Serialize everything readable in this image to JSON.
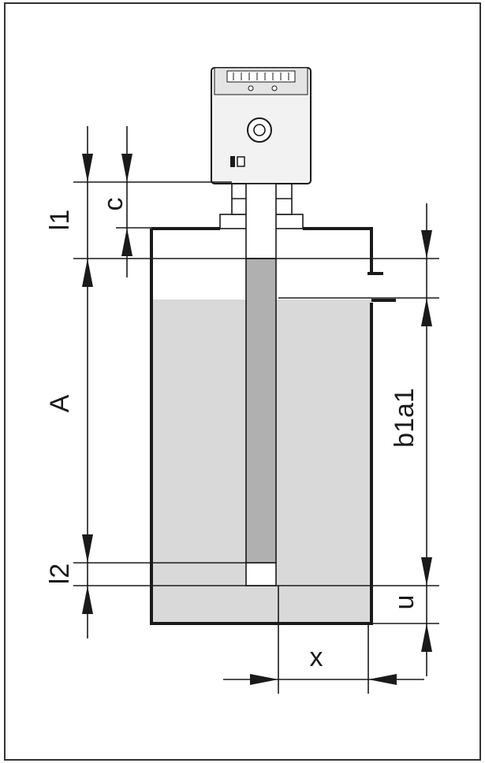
{
  "labels": {
    "c": "c",
    "l1": "l1",
    "A": "A",
    "b1a1": "b1a1",
    "l2": "l2",
    "u": "u",
    "x": "x"
  },
  "colors": {
    "frame": "#333333",
    "line": "#1a1a1a",
    "liquid": "#d9d9d9",
    "probe_rod": "#b0b0b0",
    "head_body": "#f2f2f2"
  },
  "icons": {
    "sensor": "sensor-head-icon",
    "led": "led-ring-icon",
    "logo": "logo-mark-icon"
  }
}
